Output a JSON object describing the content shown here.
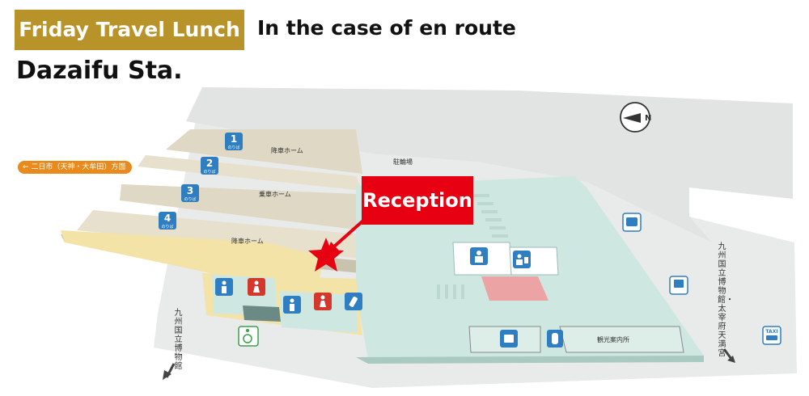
{
  "header": {
    "tag_label": "Friday Travel Lunch",
    "subtitle": "In the case of en route",
    "station_name": "Dazaifu Sta."
  },
  "map": {
    "direction_pill": "← 二日市（天神・大牟田）方面",
    "platforms": [
      {
        "number": "1",
        "sub": "のりば"
      },
      {
        "number": "2",
        "sub": "のりば"
      },
      {
        "number": "3",
        "sub": "のりば"
      },
      {
        "number": "4",
        "sub": "のりば"
      }
    ],
    "labels": {
      "alighting_upper": "降車ホーム",
      "boarding": "乗車ホーム",
      "alighting_lower": "降車ホーム",
      "bike_parking": "駐輪場",
      "tourist_info": "観光案内所"
    },
    "vertical_labels": {
      "museum_left": "九州国立博物館",
      "right_dest": "九州国立博物館・太宰府天満宮"
    },
    "taxi_label": "TAXI",
    "compass_letter": "N",
    "callout": "Reception",
    "colors": {
      "gold": "#b8932a",
      "red": "#e60012",
      "concourse_green": "#cfe7e1",
      "platform_yellow": "#f3e3a7",
      "highlight_pink": "#eba3a3",
      "icon_blue": "#2f7ec1",
      "toilet_red": "#d4382d",
      "direction_orange": "#e98a1d"
    }
  }
}
